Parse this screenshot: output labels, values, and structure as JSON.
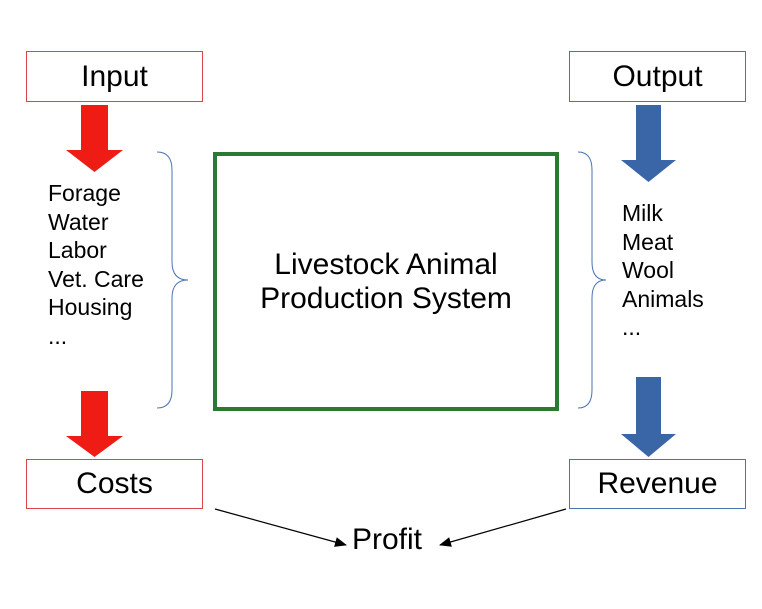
{
  "diagram": {
    "input": {
      "label": "Input"
    },
    "output": {
      "label": "Output"
    },
    "costs": {
      "label": "Costs"
    },
    "revenue": {
      "label": "Revenue"
    },
    "profit": {
      "label": "Profit"
    },
    "system": {
      "line1": "Livestock Animal",
      "line2": "Production System"
    },
    "input_items": [
      "Forage",
      "Water",
      "Labor",
      "Vet. Care",
      "Housing",
      "..."
    ],
    "output_items": [
      "Milk",
      "Meat",
      "Wool",
      "Animals",
      "..."
    ]
  },
  "colors": {
    "input_arrow": "#ee1c15",
    "output_arrow": "#3a66a8",
    "system_border": "#2a7a31",
    "input_border": "#d9464b",
    "output_border": "#4a73b0",
    "brace": "#4a73b0"
  }
}
